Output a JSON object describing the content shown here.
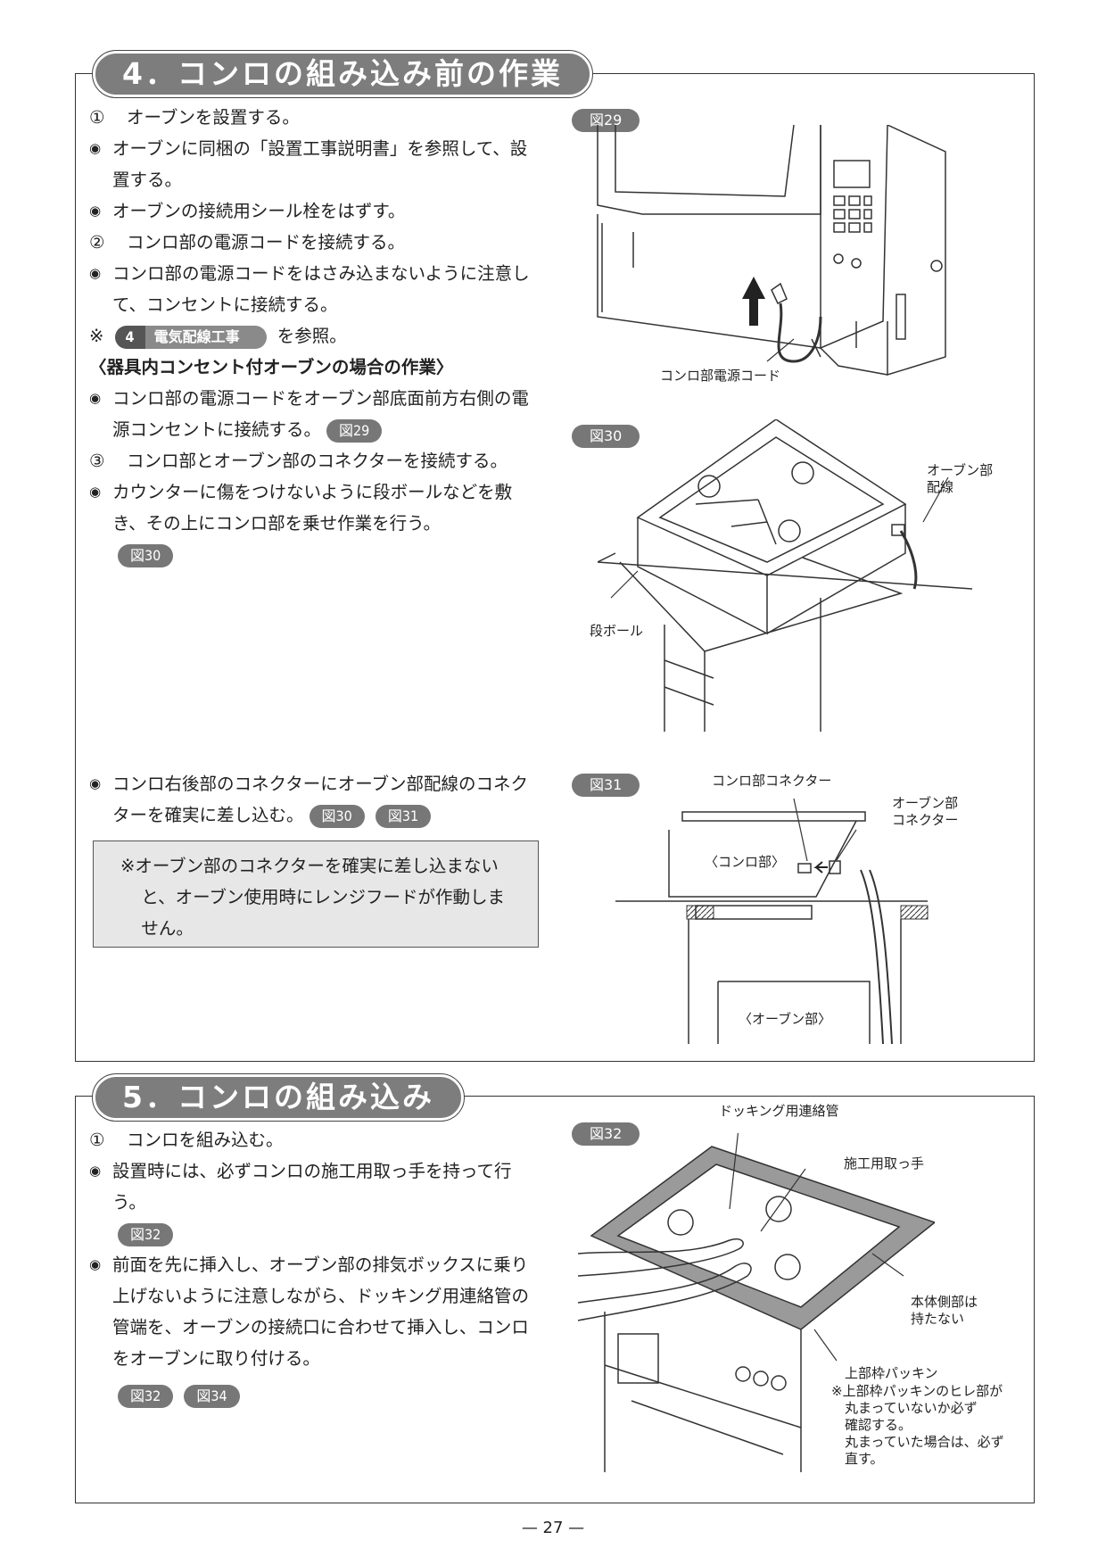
{
  "sec4": {
    "title": "4．コンロの組み込み前の作業",
    "step1": {
      "num": "①",
      "text": "オーブンを設置する。"
    },
    "b1": "オーブンに同梱の「設置工事説明書」を参照して、設置する。",
    "b2": "オーブンの接続用シール栓をはずす。",
    "step2": {
      "num": "②",
      "text": "コンロ部の電源コードを接続する。"
    },
    "b3": "コンロ部の電源コードをはさみ込まないように注意して、コンセントに接続する。",
    "ref": {
      "mark": "※",
      "num": "4",
      "title": "電気配線工事",
      "suffix": "を参照。"
    },
    "subheading": "〈器具内コンセント付オーブンの場合の作業〉",
    "b4": "コンロ部の電源コードをオーブン部底面前方右側の電源コンセントに接続する。",
    "step3": {
      "num": "③",
      "text": "コンロ部とオーブン部のコネクターを接続する。"
    },
    "b5": "カウンターに傷をつけないように段ボールなどを敷き、その上にコンロ部を乗せ作業を行う。",
    "b6": "コンロ右後部のコネクターにオーブン部配線のコネクターを確実に差し込む。",
    "note": "※オーブン部のコネクターを確実に差し込まないと、オーブン使用時にレンジフードが作動しません。"
  },
  "sec5": {
    "title": "5．コンロの組み込み",
    "step1": {
      "num": "①",
      "text": "コンロを組み込む。"
    },
    "b1": "設置時には、必ずコンロの施工用取っ手を持って行う。",
    "b2": "前面を先に挿入し、オーブン部の排気ボックスに乗り上げないように注意しながら、ドッキング用連絡管の管端を、オーブンの接続口に合わせて挿入し、コンロをオーブンに取り付ける。"
  },
  "figs": {
    "f29": "図29",
    "f30": "図30",
    "f31": "図31",
    "f32": "図32",
    "f34": "図34"
  },
  "callouts": {
    "power_cord": "コンロ部電源コード",
    "oven_wiring": "オーブン部\n配線",
    "cardboard": "段ボール",
    "konro_connector": "コンロ部コネクター",
    "oven_connector": "オーブン部\nコネクター",
    "konro_part": "〈コンロ部〉",
    "oven_part": "〈オーブン部〉",
    "docking_pipe": "ドッキング用連絡管",
    "handle": "施工用取っ手",
    "no_hold": "本体側部は\n持たない",
    "packing": "上部枠パッキン",
    "packing_note": "※上部枠パッキンのヒレ部が\n　丸まっていないか必ず\n　確認する。\n　丸まっていた場合は、必ず\n　直す。"
  },
  "page_number": "— 27 —"
}
